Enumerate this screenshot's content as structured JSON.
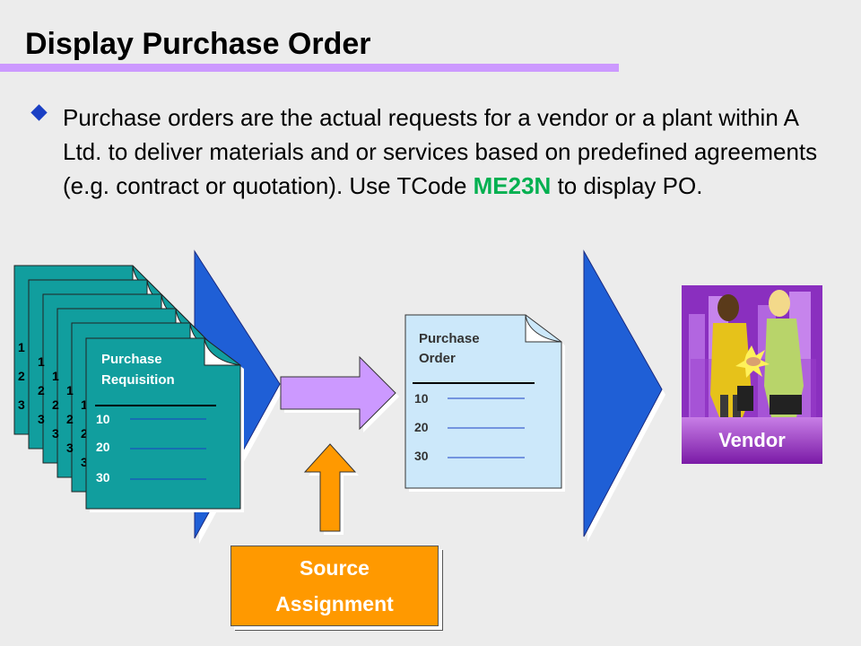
{
  "slide": {
    "title": "Display Purchase Order",
    "bullet_before": "Purchase orders are the actual requests for a vendor or a plant within A Ltd. to deliver materials and or services based on predefined agreements (e.g. contract or quotation). Use TCode ",
    "tcode": "ME23N",
    "bullet_after": " to display PO."
  },
  "diagram": {
    "requisition": {
      "title_line1": "Purchase",
      "title_line2": "Requisition",
      "items": [
        "10",
        "20",
        "30"
      ]
    },
    "stack_fragments": [
      "1",
      "2",
      "3"
    ],
    "purchase_order": {
      "title_line1": "Purchase",
      "title_line2": "Order",
      "items": [
        "10",
        "20",
        "30"
      ]
    },
    "source_assignment": {
      "line1": "Source",
      "line2": "Assignment"
    },
    "vendor": {
      "label": "Vendor"
    }
  },
  "colors": {
    "title_underline": "#cc99ff",
    "bullet": "#1a3fc4",
    "tcode": "#00b050",
    "requisition_doc": "#119e9e",
    "purchase_order_doc": "#cce8fa",
    "blue_triangle": "#1f5fd6",
    "purple_arrow": "#cc99ff",
    "orange": "#ff9900",
    "vendor_label": "#9933cc"
  }
}
